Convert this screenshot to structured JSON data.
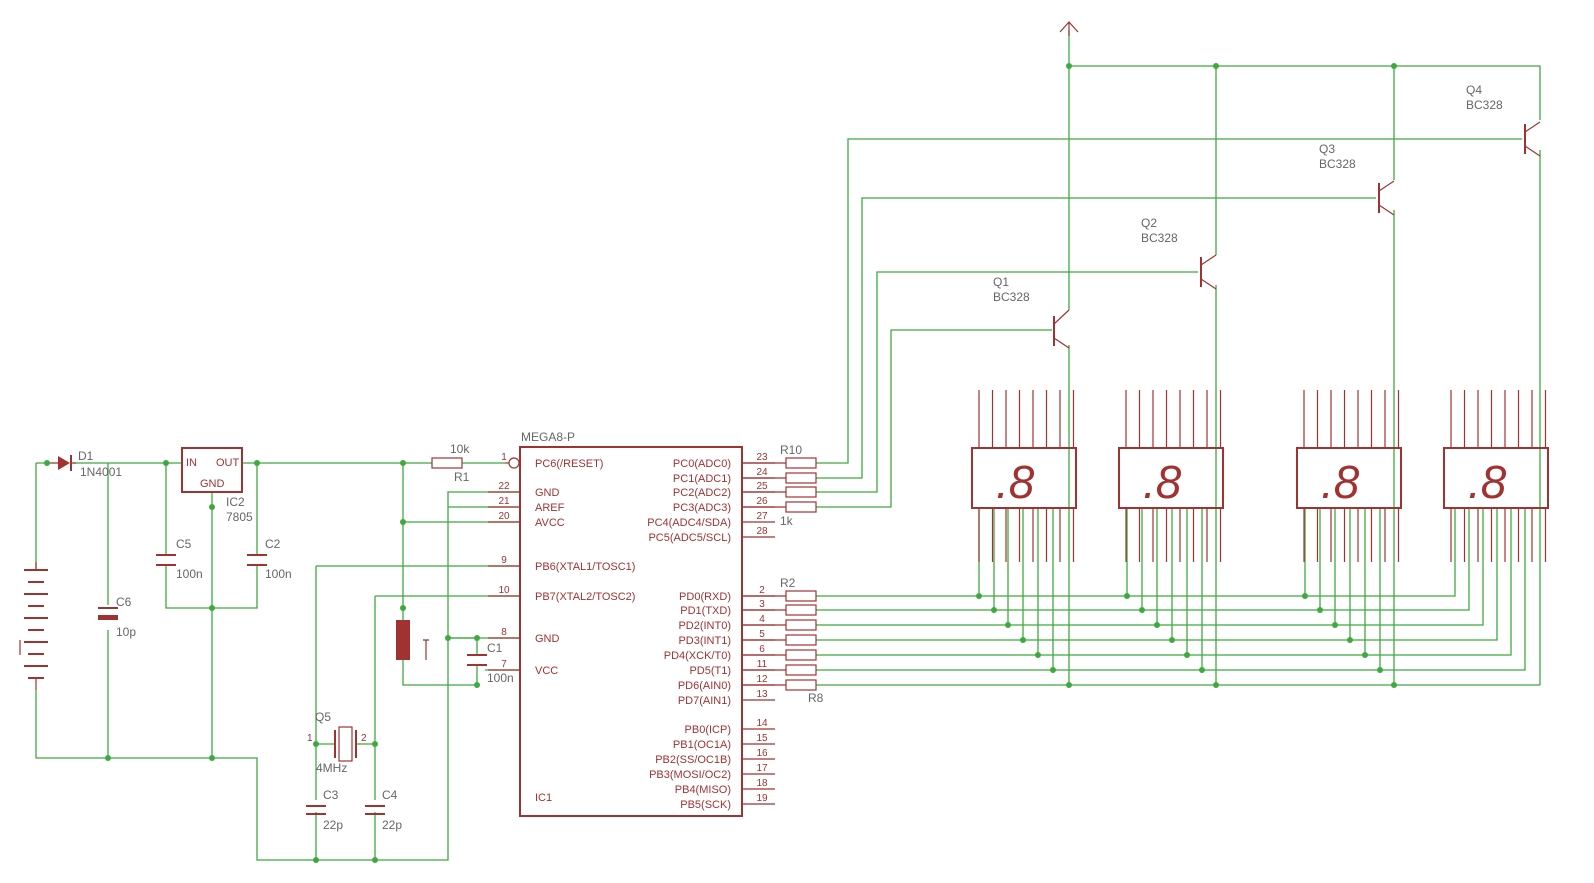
{
  "components": {
    "d1": {
      "name": "D1",
      "value": "1N4001"
    },
    "ic2": {
      "name": "IC2",
      "value": "7805",
      "pin_in": "IN",
      "pin_out": "OUT",
      "pin_gnd": "GND"
    },
    "c5": {
      "name": "C5",
      "value": "100n"
    },
    "c2": {
      "name": "C2",
      "value": "100n"
    },
    "c6": {
      "name": "C6",
      "value": "10p"
    },
    "r1": {
      "name": "R1",
      "value": "10k"
    },
    "c1": {
      "name": "C1",
      "value": "100n"
    },
    "q5": {
      "name": "Q5",
      "value": "4MHz"
    },
    "c3": {
      "name": "C3",
      "value": "22p"
    },
    "c4": {
      "name": "C4",
      "value": "22p"
    },
    "q1": {
      "name": "Q1",
      "value": "BC328"
    },
    "q2": {
      "name": "Q2",
      "value": "BC328"
    },
    "q3": {
      "name": "Q3",
      "value": "BC328"
    },
    "q4": {
      "name": "Q4",
      "value": "BC328"
    },
    "r_top": {
      "first": "R10",
      "value": "1k"
    },
    "r_bottom": {
      "first": "R2",
      "last": "R8"
    },
    "ic1": {
      "name": "IC1",
      "value": "MEGA8-P"
    },
    "digit_glyph": ".8"
  },
  "ic1_left_pins": [
    {
      "num": "1",
      "label": "PC6(/RESET)"
    },
    {
      "num": "22",
      "label": "GND"
    },
    {
      "num": "21",
      "label": "AREF"
    },
    {
      "num": "20",
      "label": "AVCC"
    },
    {
      "num": "9",
      "label": "PB6(XTAL1/TOSC1)"
    },
    {
      "num": "10",
      "label": "PB7(XTAL2/TOSC2)"
    },
    {
      "num": "8",
      "label": "GND"
    },
    {
      "num": "7",
      "label": "VCC"
    }
  ],
  "ic1_right_pins": [
    {
      "num": "23",
      "label": "PC0(ADC0)"
    },
    {
      "num": "24",
      "label": "PC1(ADC1)"
    },
    {
      "num": "25",
      "label": "PC2(ADC2)"
    },
    {
      "num": "26",
      "label": "PC3(ADC3)"
    },
    {
      "num": "27",
      "label": "PC4(ADC4/SDA)"
    },
    {
      "num": "28",
      "label": "PC5(ADC5/SCL)"
    },
    {
      "num": "2",
      "label": "PD0(RXD)"
    },
    {
      "num": "3",
      "label": "PD1(TXD)"
    },
    {
      "num": "4",
      "label": "PD2(INT0)"
    },
    {
      "num": "5",
      "label": "PD3(INT1)"
    },
    {
      "num": "6",
      "label": "PD4(XCK/T0)"
    },
    {
      "num": "11",
      "label": "PD5(T1)"
    },
    {
      "num": "12",
      "label": "PD6(AIN0)"
    },
    {
      "num": "13",
      "label": "PD7(AIN1)"
    },
    {
      "num": "14",
      "label": "PB0(ICP)"
    },
    {
      "num": "15",
      "label": "PB1(OC1A)"
    },
    {
      "num": "16",
      "label": "PB2(SS/OC1B)"
    },
    {
      "num": "17",
      "label": "PB3(MOSI/OC2)"
    },
    {
      "num": "18",
      "label": "PB4(MISO)"
    },
    {
      "num": "19",
      "label": "PB5(SCK)"
    }
  ],
  "colors": {
    "wire": "#3fa93f",
    "symbol": "#a03232",
    "text": "#666666"
  }
}
